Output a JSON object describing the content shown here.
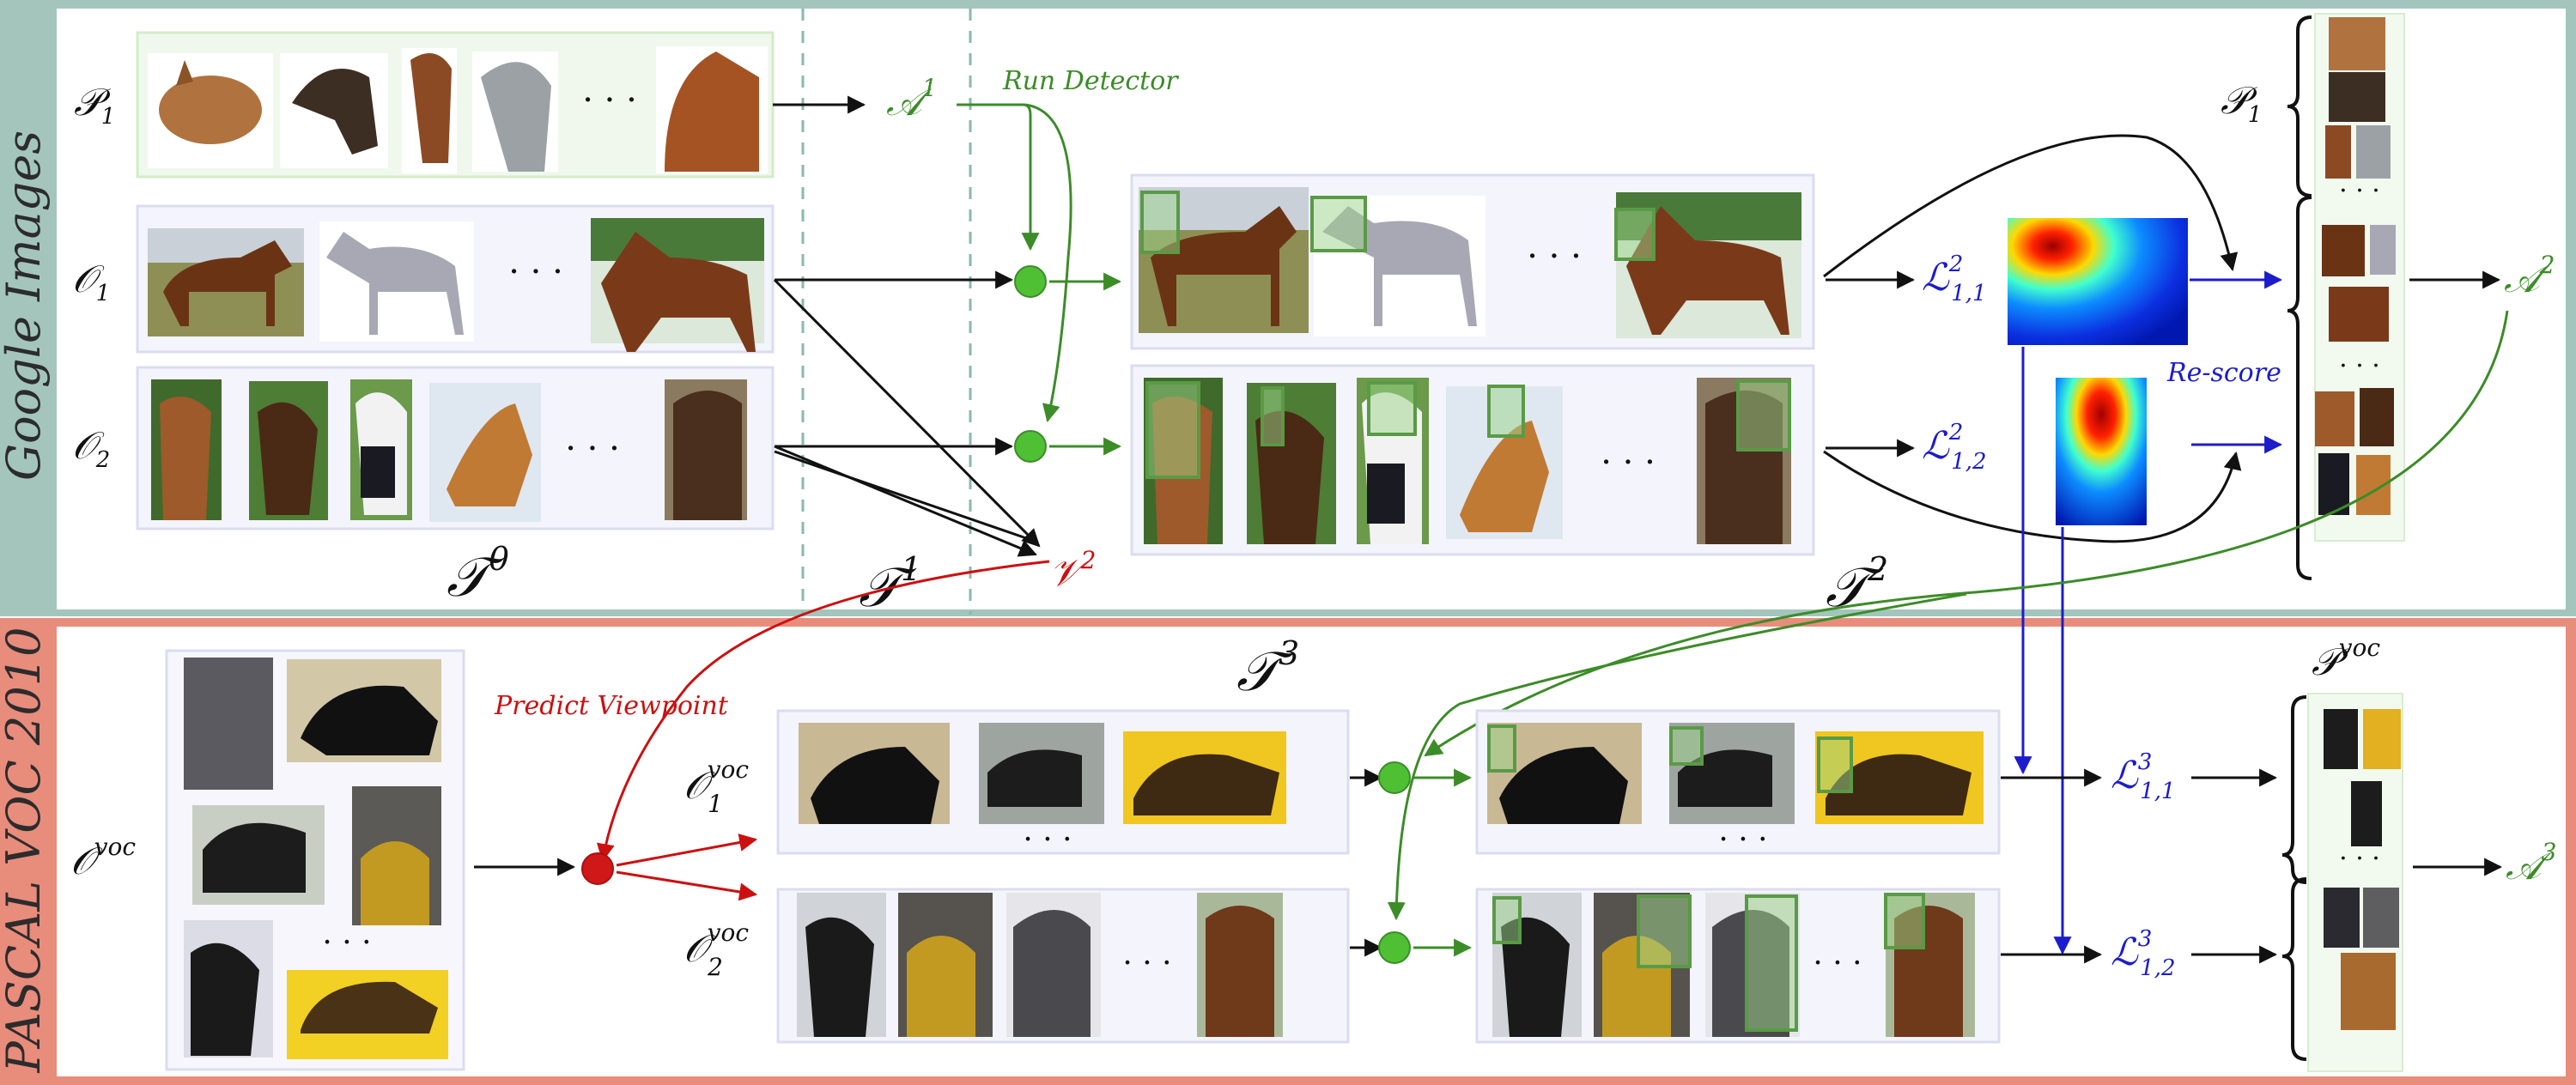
{
  "google_panel": {
    "title": "Google Images",
    "row_labels": {
      "p1": "𝒫",
      "p1_sub": "1",
      "o1": "𝒪",
      "o1_sub": "1",
      "o2": "𝒪",
      "o2_sub": "2"
    },
    "annotations": {
      "a1": "𝒜",
      "a1_sup": "1",
      "run_detector": "Run Detector",
      "v2": "𝒱",
      "v2_sup": "2",
      "t0": "𝒯",
      "t0_sup": "0",
      "t1": "𝒯",
      "t1_sup": "1",
      "t2": "𝒯",
      "t2_sup": "2",
      "l11": "ℒ",
      "l11_sup": "2",
      "l11_sub": "1,1",
      "l12": "ℒ",
      "l12_sup": "2",
      "l12_sub": "1,2",
      "rescore": "Re-score",
      "p1_out": "𝒫",
      "p1_out_sub": "1",
      "a2": "𝒜",
      "a2_sup": "2",
      "ellipsis": "· · ·"
    }
  },
  "voc_panel": {
    "title": "PASCAL VOC 2010",
    "annotations": {
      "o_voc": "𝒪",
      "o_voc_sup": "voc",
      "predict_viewpoint": "Predict Viewpoint",
      "o1_voc": "𝒪",
      "o1_voc_sup": "voc",
      "o1_voc_sub": "1",
      "o2_voc": "𝒪",
      "o2_voc_sup": "voc",
      "o2_voc_sub": "2",
      "t3": "𝒯",
      "t3_sup": "3",
      "l31": "ℒ",
      "l31_sup": "3",
      "l31_sub": "1,1",
      "l32": "ℒ",
      "l32_sup": "3",
      "l32_sub": "1,2",
      "p_voc": "𝒫",
      "p_voc_sup": "voc",
      "a3": "𝒜",
      "a3_sup": "3"
    }
  },
  "colors": {
    "google_band": "#a3c5bc",
    "voc_band": "#e88c7c",
    "green": "#3c8c28",
    "red": "#cc1010",
    "blue": "#1c1ccc",
    "node_green": "#4fc034",
    "node_red": "#d01818",
    "box_green": "#7cbf6a"
  },
  "icons": [
    "horse-photo-icon",
    "heatmap-icon",
    "curly-brace-icon",
    "node-dot-icon",
    "arrow-icon"
  ]
}
